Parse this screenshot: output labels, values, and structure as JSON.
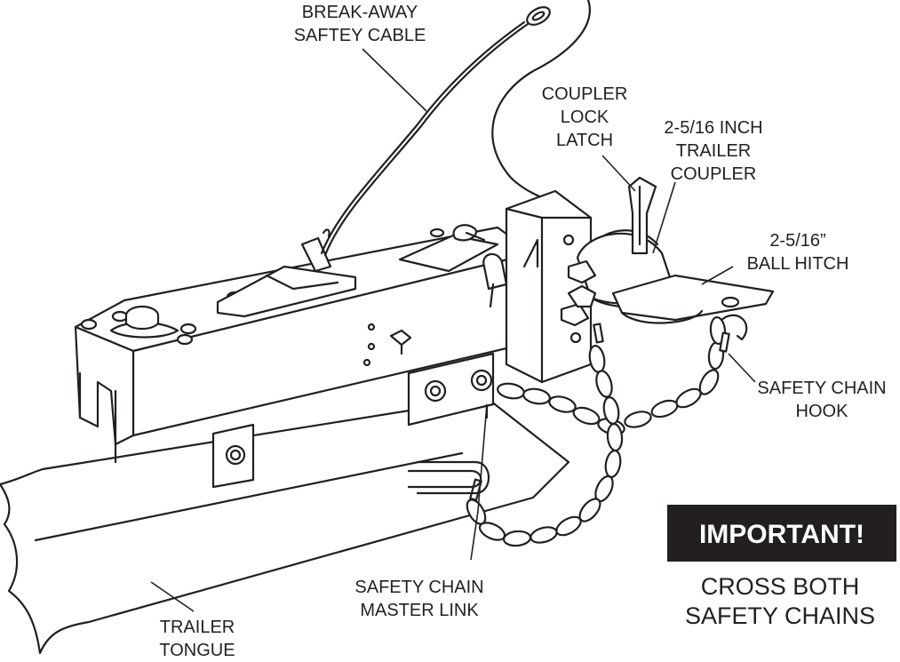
{
  "labels": {
    "breakaway": [
      "BREAK-AWAY",
      "SAFTEY CABLE"
    ],
    "coupler_lock": [
      "COUPLER",
      "LOCK",
      "LATCH"
    ],
    "trailer_coupler": [
      "2-5/16 INCH",
      "TRAILER",
      "COUPLER"
    ],
    "ball_hitch": [
      "2-5/16”",
      "BALL HITCH"
    ],
    "chain_hook": [
      "SAFETY CHAIN",
      "HOOK"
    ],
    "master_link": [
      "SAFETY CHAIN",
      "MASTER LINK"
    ],
    "tongue": [
      "TRAILER",
      "TONGUE"
    ]
  },
  "notice": {
    "badge": "IMPORTANT!",
    "text": [
      "CROSS BOTH",
      "SAFETY CHAINS"
    ]
  },
  "colors": {
    "ink": "#231f20",
    "badge_bg": "#231f20",
    "badge_text": "#ffffff"
  }
}
